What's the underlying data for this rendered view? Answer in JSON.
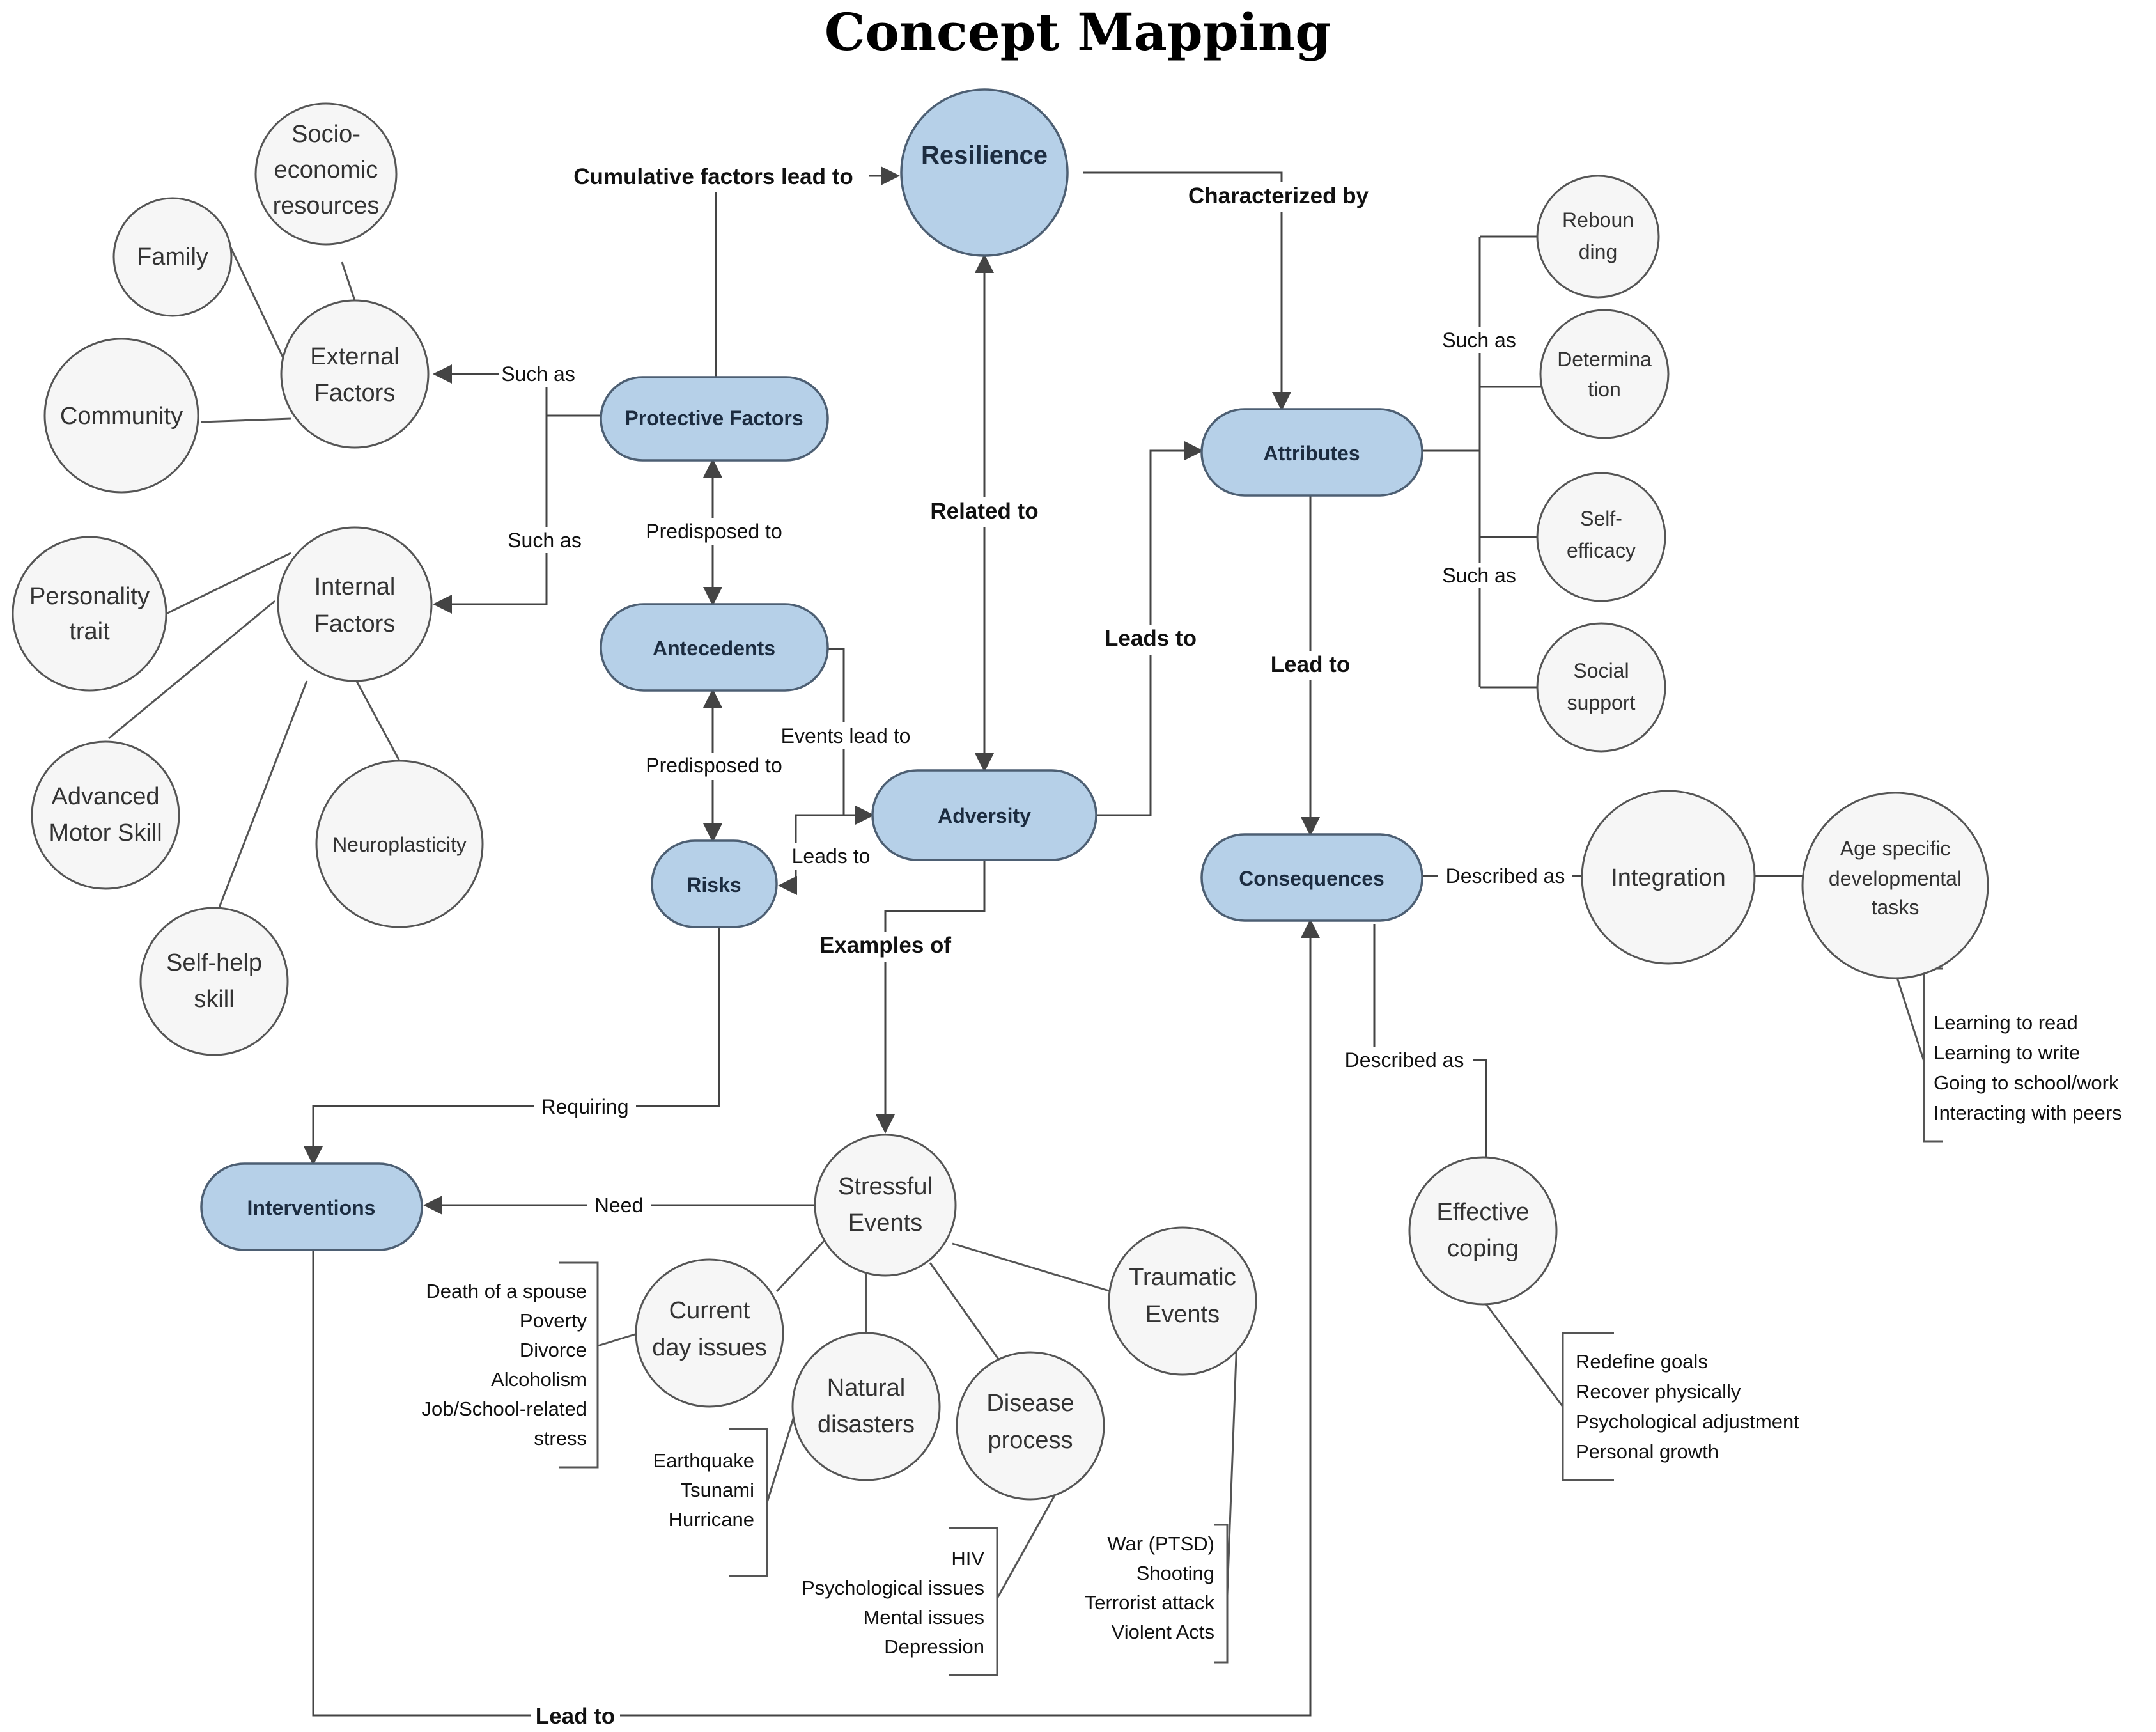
{
  "title": "Concept Mapping",
  "nodes": {
    "resilience": "Resilience",
    "protective_factors": "Protective  Factors",
    "antecedents": "Antecedents",
    "risks": "Risks",
    "adversity": "Adversity",
    "attributes": "Attributes",
    "consequences": "Consequences",
    "interventions": "Interventions"
  },
  "circles": {
    "socioeconomic": [
      "Socio-",
      "economic",
      "resources"
    ],
    "family": [
      "Family"
    ],
    "external_factors": [
      "External",
      "Factors"
    ],
    "community": [
      "Community"
    ],
    "personality_trait": [
      "Personality",
      "trait"
    ],
    "internal_factors": [
      "Internal",
      "Factors"
    ],
    "advanced_motor_skill": [
      "Advanced",
      "Motor Skill"
    ],
    "neuroplasticity": [
      "Neuroplasticity"
    ],
    "self_help_skill": [
      "Self-help",
      "skill"
    ],
    "rebounding": [
      "Reboun",
      "ding"
    ],
    "determination": [
      "Determina",
      "tion"
    ],
    "self_efficacy": [
      "Self-",
      "efficacy"
    ],
    "social_support": [
      "Social",
      "support"
    ],
    "integration": [
      "Integration"
    ],
    "age_specific": [
      "Age specific",
      "developmental",
      "tasks"
    ],
    "effective_coping": [
      "Effective",
      "coping"
    ],
    "stressful_events": [
      "Stressful",
      "Events"
    ],
    "current_day_issues": [
      "Current",
      "day issues"
    ],
    "natural_disasters": [
      "Natural",
      "disasters"
    ],
    "disease_process": [
      "Disease",
      "process"
    ],
    "traumatic_events": [
      "Traumatic",
      "Events"
    ]
  },
  "edge_labels": {
    "cumulative": "Cumulative factors lead to",
    "characterized_by": "Characterized by",
    "such_as_external": "Such as",
    "such_as_internal": "Such as",
    "predisposed_to_1": "Predisposed to",
    "predisposed_to_2": "Predisposed to",
    "related_to": "Related to",
    "leads_to_attr": "Leads to",
    "events_lead_to": "Events lead to",
    "leads_to_risks": "Leads to",
    "examples_of": "Examples of",
    "requiring": "Requiring",
    "need": "Need",
    "lead_to_cons": "Lead to",
    "lead_to_bottom": "Lead to",
    "such_as_attr_1": "Such as",
    "such_as_attr_2": "Such as",
    "described_as_1": "Described as",
    "described_as_2": "Described as"
  },
  "lists": {
    "age_tasks": [
      "Learning to read",
      "Learning to write",
      "Going to school/work",
      "Interacting with peers"
    ],
    "coping": [
      "Redefine goals",
      "Recover physically",
      "Psychological adjustment",
      "Personal  growth"
    ],
    "current_day": [
      "Death of a spouse",
      "Poverty",
      "Divorce",
      "Alcoholism",
      "Job/School-related",
      "stress"
    ],
    "natural": [
      "Earthquake",
      "Tsunami",
      "Hurricane"
    ],
    "disease": [
      "HIV",
      "Psychological issues",
      "Mental issues",
      "Depression"
    ],
    "traumatic": [
      "War (PTSD)",
      "Shooting",
      "Terrorist attack",
      "Violent Acts"
    ]
  }
}
